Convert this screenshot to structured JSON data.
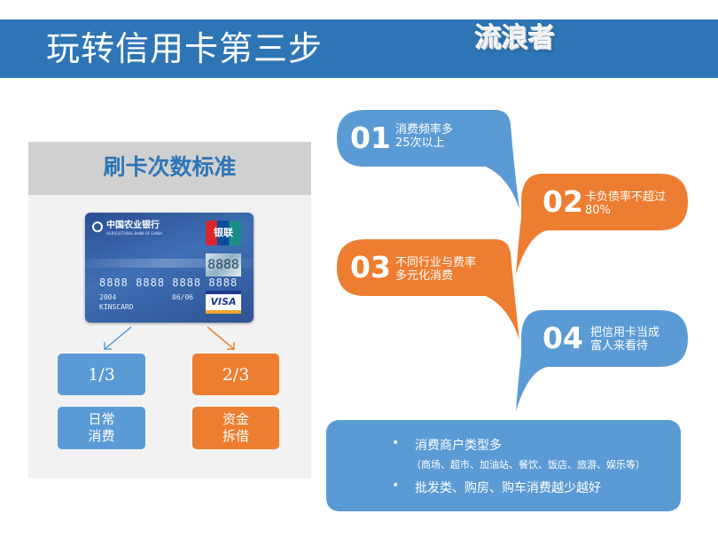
{
  "header": {
    "title": "玩转信用卡第三步",
    "brand": "流浪者",
    "color": "#2e75b6"
  },
  "left_panel": {
    "title": "刷卡次数标准",
    "card": {
      "bank_name": "中国农业银行",
      "bank_name_en": "AGRICULTURAL BANK OF CHINA",
      "unionpay_label": "银联",
      "hologram": "8888",
      "number": "8888 8888 8888 8888",
      "date_left": "2004",
      "date_right": "06/06",
      "holder": "KINSCARD",
      "visa_label": "VISA"
    },
    "boxes": [
      {
        "fraction": "1/3",
        "label": "日常\n消费",
        "color": "#5b9bd5"
      },
      {
        "fraction": "2/3",
        "label": "资金\n拆借",
        "color": "#ed7d31"
      }
    ]
  },
  "bubbles": [
    {
      "num": "01",
      "text": "消费频率多\n25次以上",
      "color": "#5b9bd5"
    },
    {
      "num": "02",
      "text": "卡负债率不超过\n80%",
      "color": "#ed7d31"
    },
    {
      "num": "03",
      "text": "不同行业与费率\n多元化消费",
      "color": "#ed7d31"
    },
    {
      "num": "04",
      "text": "把信用卡当成\n富人来看待",
      "color": "#5b9bd5"
    }
  ],
  "info": {
    "bullet1": "消费商户类型多",
    "sub1": "（商场、超市、加油站、餐饮、饭店、旅游、娱乐等）",
    "bullet2": "批发类、购房、购车消费越少越好",
    "bullet_symbol": "•"
  }
}
